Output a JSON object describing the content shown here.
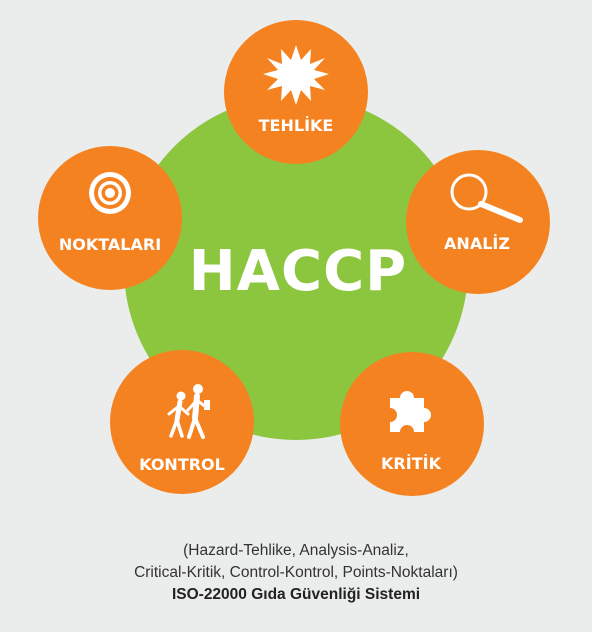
{
  "colors": {
    "background": "#ebedec",
    "center_circle": "#8cc63f",
    "node_circle": "#f58220",
    "text_light": "#ffffff",
    "caption_text": "#333333"
  },
  "center": {
    "label": "HACCP"
  },
  "nodes": [
    {
      "id": "tehlike",
      "label": "TEHLİKE",
      "icon": "burst-icon"
    },
    {
      "id": "analiz",
      "label": "ANALİZ",
      "icon": "magnifier-icon"
    },
    {
      "id": "kritik",
      "label": "KRİTİK",
      "icon": "puzzle-piece-icon"
    },
    {
      "id": "kontrol",
      "label": "KONTROL",
      "icon": "people-walking-icon"
    },
    {
      "id": "noktalari",
      "label": "NOKTALARI",
      "icon": "target-icon"
    }
  ],
  "caption": {
    "line1": "(Hazard-Tehlike, Analysis-Analiz,",
    "line2": "Critical-Kritik, Control-Kontrol, Points-Noktaları)",
    "line3": "ISO-22000 Gıda Güvenliği Sistemi"
  }
}
